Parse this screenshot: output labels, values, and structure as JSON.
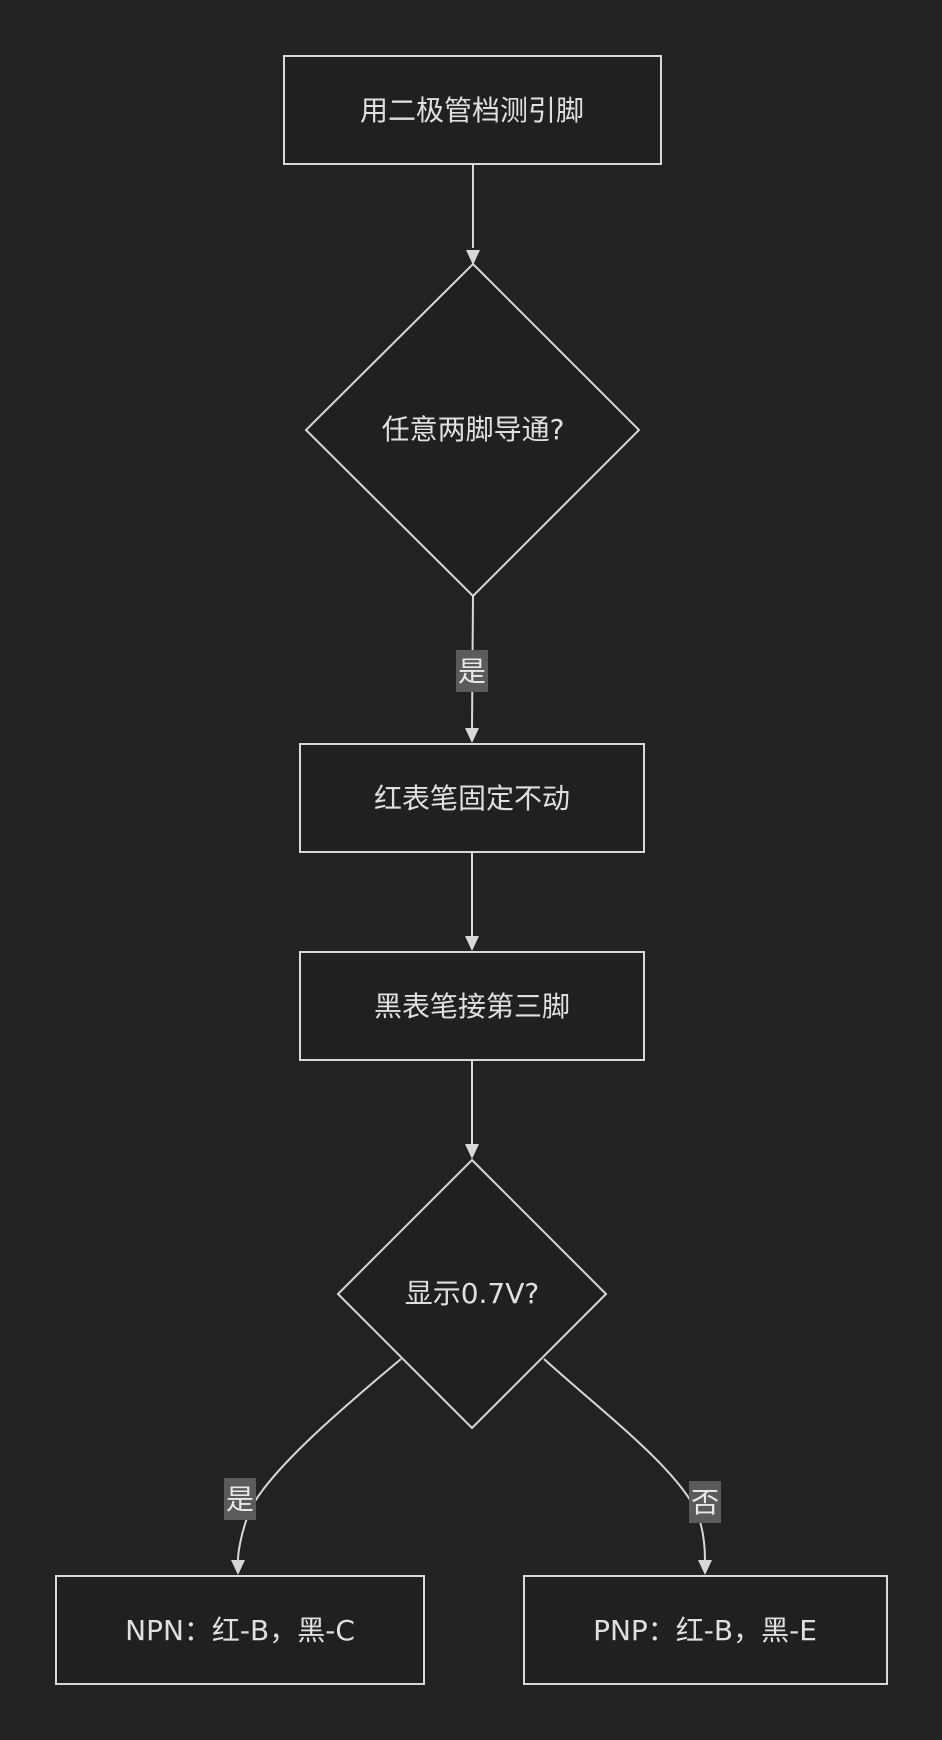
{
  "nodes": {
    "start": {
      "label": "用二极管档测引脚"
    },
    "decision1": {
      "label": "任意两脚导通?"
    },
    "step_red": {
      "label": "红表笔固定不动"
    },
    "step_black": {
      "label": "黑表笔接第三脚"
    },
    "decision2": {
      "label": "显示0.7V?"
    },
    "npn": {
      "label": "NPN：红-B，黑-C"
    },
    "pnp": {
      "label": "PNP：红-B，黑-E"
    }
  },
  "edges": {
    "yes1": {
      "label": "是"
    },
    "yes2": {
      "label": "是"
    },
    "no2": {
      "label": "否"
    }
  },
  "colors": {
    "background": "#212222",
    "node_fill": "#1f2020",
    "stroke": "#d8d8d8",
    "text": "#e0e0e0",
    "edge_label_bg": "#5b5b5b"
  }
}
